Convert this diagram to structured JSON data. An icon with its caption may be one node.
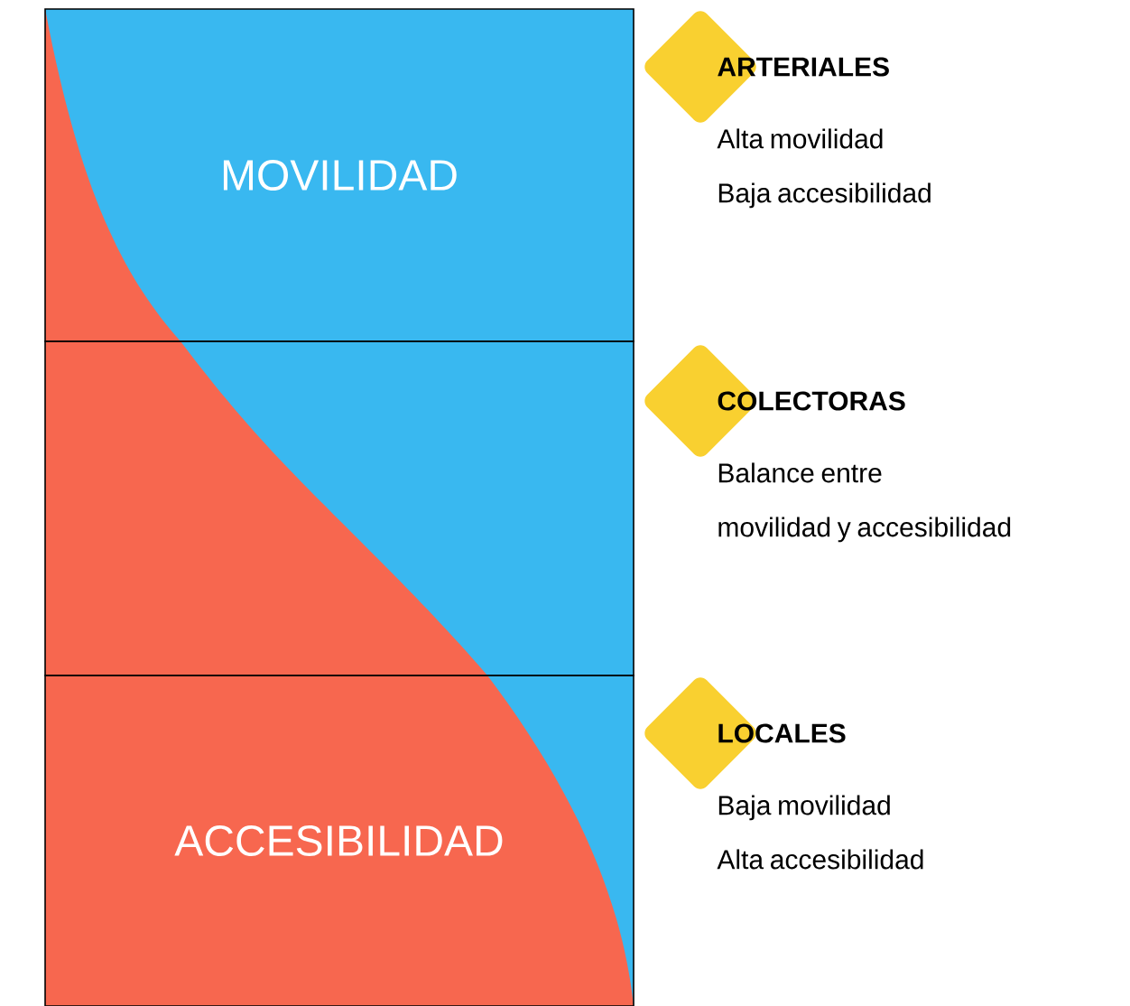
{
  "diagram": {
    "nodes": [
      {
        "text": [
          "MOVILIDAD"
        ]
      },
      {
        "text": [],
        "shape": "box"
      },
      {
        "text": [
          "ACCESIBILIDAD"
        ]
      },
      {
        "text": [
          "ARTERIALES",
          "Alta movilidad Baja accesibilidad"
        ]
      },
      {
        "text": [
          "COLECTORAS",
          "Balance entre movilidad y accesibilidad"
        ]
      },
      {
        "text": [
          "LOCALES",
          "Baja movilidad Alta accesibilidad"
        ]
      }
    ]
  }
}
